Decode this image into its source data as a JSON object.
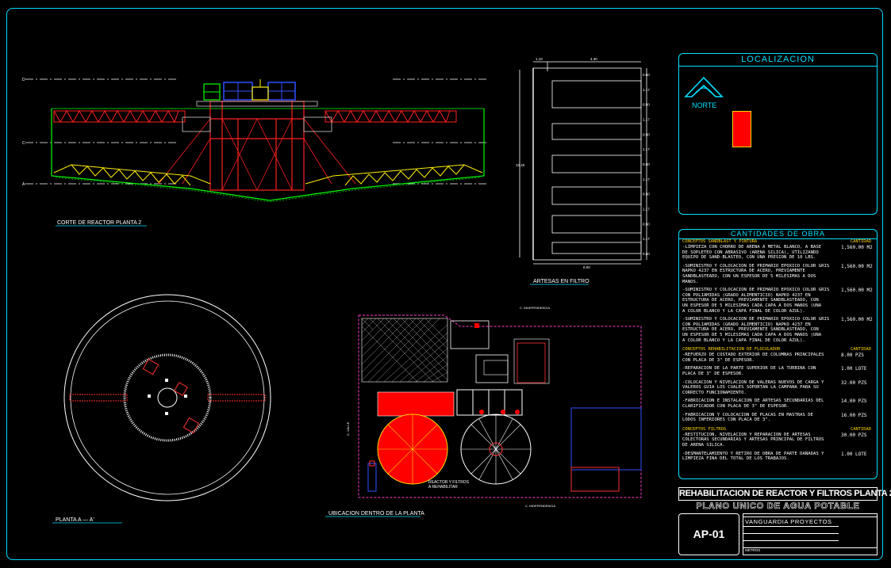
{
  "drawing": {
    "section_title": "CORTE DE REACTOR PLANTA 2",
    "plan_title": "PLANTA A — A'",
    "artesas_title": "ARTESAS EN FILTRO",
    "location_title": "UBICACION DENTRO DE LA PLANTA"
  },
  "artesas": {
    "dim_top_left": "1.10",
    "dim_top_right": "4.30",
    "dim_left": "10.40",
    "dim_bottom": "6.00",
    "right_dims": [
      "0.50",
      "1.17",
      "0.50",
      "1.17",
      "0.50",
      "1.17",
      "0.50",
      "1.17",
      "0.50",
      "1.17",
      "0.50",
      "1.17",
      "0.50"
    ]
  },
  "site": {
    "street_top": "C. INDEPENDENCIA",
    "street_left": "C. VALLE",
    "street_bottom": "C. INDEPENDENCIA",
    "reactor_label": "REACTOR Y FILTROS\nA REHABILITAR"
  },
  "localizacion": {
    "title": "LOCALIZACION",
    "north": "NORTE",
    "marker_color": "#ff0000"
  },
  "cantidades": {
    "title": "CANTIDADES DE OBRA",
    "sections": [
      {
        "name": "CONCEPTOS SANDBLAST Y PINTURA",
        "qty_header": "CANTIDAD",
        "items": [
          {
            "text": "-LIMPIEZA CON CHORRO DE ARENA A METAL BLANCO, A BASE\n DE SOPLETEO CON ABRASIVO (ARENA SILICA), UTILIZANDO\n EQUIPO DE SAND-BLASTEO, CON UNA PRESION DE 10 LBS.",
            "qty": "1,560.00  M2"
          },
          {
            "text": "-SUMINISTRO Y COLOCACION DE PRIMARIO EPOXICO COLOR GRIS\n NAPKO 4237 EN ESTRUCTURA DE ACERO, PREVIAMENTE\n SANDBLASTEADO, CON UN ESPESOR DE 5 MILESIMAS A DOS\n MANOS.",
            "qty": "1,560.00  M2"
          },
          {
            "text": "-SUMINISTRO Y COLOCACION DE PRIMARIO EPOXICO COLOR GRIS\n CON POLIAMIDAS (GRADO ALIMENTICIO) NAPKO 4237 EN\n ESTRUCTURA DE ACERO, PREVIAMENTE SANDBLASTEADO, CON\n UN ESPESOR DE 5 MILESIMAS CADA CAPA A DOS MANOS (UNA\n A COLOR BLANCO Y LA CAPA FINAL DE COLOR AZUL).",
            "qty": "1,560.00  M2"
          },
          {
            "text": "-SUMINISTRO Y COLOCACION DE PRIMARIO EPOXICO COLOR GRIS\n CON POLIAMIDAS (GRADO ALIMENTICIO) NAPKO 4237 EN\n ESTRUCTURA DE ACERO, PREVIAMENTE SANDBLASTEADO, CON\n UN ESPESOR DE 5 MILESIMAS CADA CAPA A DOS MANOS (UNA\n A COLOR BLANCO Y LA CAPA FINAL DE COLOR AZUL).",
            "qty": "1,560.00  M2"
          }
        ]
      },
      {
        "name": "CONCEPTOS REHABILITACION DE FLOCULADOR",
        "qty_header": "CANTIDAD",
        "items": [
          {
            "text": "-REFUERZO DE COSTADO EXTERIOR DE COLUMNAS PRINCIPALES\n CON PLACA DE 3\" DE ESPESOR.",
            "qty": "8.00   PZS"
          },
          {
            "text": "-REPARACION DE LA PARTE SUPERIOR DE LA TURBINA CON\n PLACA DE 3\" DE ESPESOR.",
            "qty": "1.00   LOTE"
          },
          {
            "text": "-COLOCACION Y NIVELACION DE VALERAS NUEVOS DE CARGA Y\n VALEROS GUIA LOS CUALES SOPORTAN LA CAMPANA PARA SU\n CORRECTO FUNCIONAMIENTO.",
            "qty": "32.00  PZS"
          },
          {
            "text": "-FABRICACION E INSTALACION DE ARTESAS SECUNDARIAS DEL\n CLARIFICADOR CON PLACA DE 3\" DE ESPESOR.",
            "qty": "14.00  PZS"
          },
          {
            "text": "-FABRICACION Y COLOCACION DE PLACAS EN MASTRAS DE\n LODOS INFERIORES CON PLACA DE 3\".",
            "qty": "16.00  PZS"
          }
        ]
      },
      {
        "name": "CONCEPTOS FILTROS",
        "qty_header": "CANTIDAD",
        "items": [
          {
            "text": "-RESTITUCION, NIVELACION Y REPARACION DE ARTESAS\n COLECTORAS SECUNDARIAS Y ARTESAS PRINCIPAL DE FILTROS\n DE ARENA SILICA.",
            "qty": "30.00  PZS"
          },
          {
            "text": "-DESMANTELAMIENTO Y RETIRO DE OBRA DE PARTE DAÑADAS Y\n LIMPIEZA FINA DEL TOTAL DE LOS TRABAJOS.",
            "qty": "1.00   LOTE"
          }
        ]
      }
    ]
  },
  "titleblock": {
    "project_title": "REHABILITACION DE REACTOR Y FILTROS PLANTA 2",
    "subtitle": "PLANO UNICO DE AGUA POTABLE",
    "sheet": "AP-01",
    "company": "VANGUARDIA PROYECTOS",
    "units": "METROS"
  }
}
